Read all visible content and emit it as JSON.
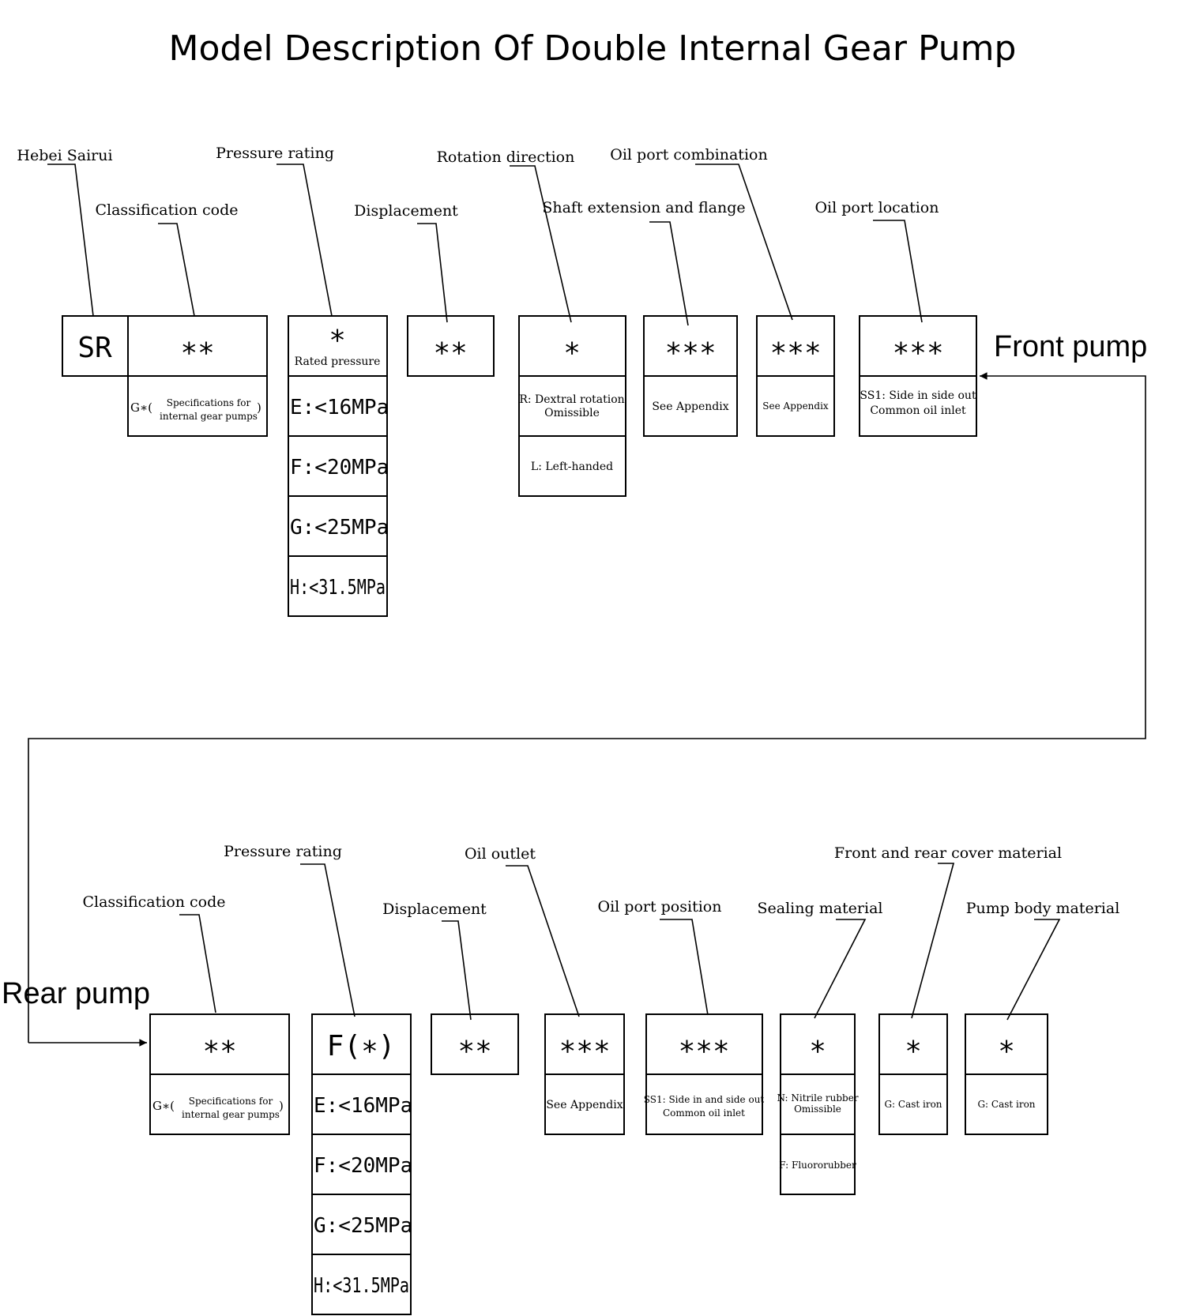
{
  "title": "Model Description Of Double Internal Gear Pump",
  "front": {
    "pump_label": "Front pump",
    "labels": {
      "maker": "Hebei Sairui",
      "classification": "Classification code",
      "pressure": "Pressure rating",
      "displacement": "Displacement",
      "rotation": "Rotation direction",
      "shaft": "Shaft extension and flange",
      "combination": "Oil port combination",
      "location": "Oil port location"
    },
    "codes": {
      "maker": "SR",
      "classification": "∗∗",
      "pressure": "∗",
      "pressure_sub": "Rated pressure",
      "displacement": "∗∗",
      "rotation": "∗",
      "shaft": "∗∗∗",
      "combination": "∗∗∗",
      "location": "∗∗∗"
    },
    "classification_prefix": "G∗(",
    "classification_desc_1": "Specifications for",
    "classification_desc_2": "internal gear pumps",
    "classification_suffix": ")",
    "pressure_options": [
      "E:<16MPa",
      "F:<20MPa",
      "G:<25MPa",
      "H:<31.5MPa"
    ],
    "rotation_options": {
      "r1": "R: Dextral rotation",
      "r2": "Omissible",
      "l": "L: Left-handed"
    },
    "shaft_desc": "See Appendix",
    "combination_desc": "See Appendix",
    "location_desc_1": "SS1: Side in side out",
    "location_desc_2": "Common oil inlet"
  },
  "rear": {
    "pump_label": "Rear pump",
    "labels": {
      "classification": "Classification code",
      "pressure": "Pressure rating",
      "displacement": "Displacement",
      "outlet": "Oil outlet",
      "position": "Oil port position",
      "sealing": "Sealing material",
      "cover": "Front and rear cover material",
      "body": "Pump body material"
    },
    "codes": {
      "classification": "∗∗",
      "pressure": "F(∗)",
      "displacement": "∗∗",
      "outlet": "∗∗∗",
      "position": "∗∗∗",
      "sealing": "∗",
      "cover": "∗",
      "body": "∗"
    },
    "classification_prefix": "G∗(",
    "classification_desc_1": "Specifications for",
    "classification_desc_2": "internal gear pumps",
    "classification_suffix": ")",
    "pressure_options": [
      "E:<16MPa",
      "F:<20MPa",
      "G:<25MPa",
      "H:<31.5MPa"
    ],
    "outlet_desc": "See Appendix",
    "position_desc_1": "SS1: Side in and side out",
    "position_desc_2": "Common oil inlet",
    "sealing_options": {
      "n1": "N: Nitrile rubber",
      "n2": "Omissible",
      "f": "F: Fluororubber"
    },
    "cover_desc": "G: Cast iron",
    "body_desc": "G: Cast iron"
  }
}
